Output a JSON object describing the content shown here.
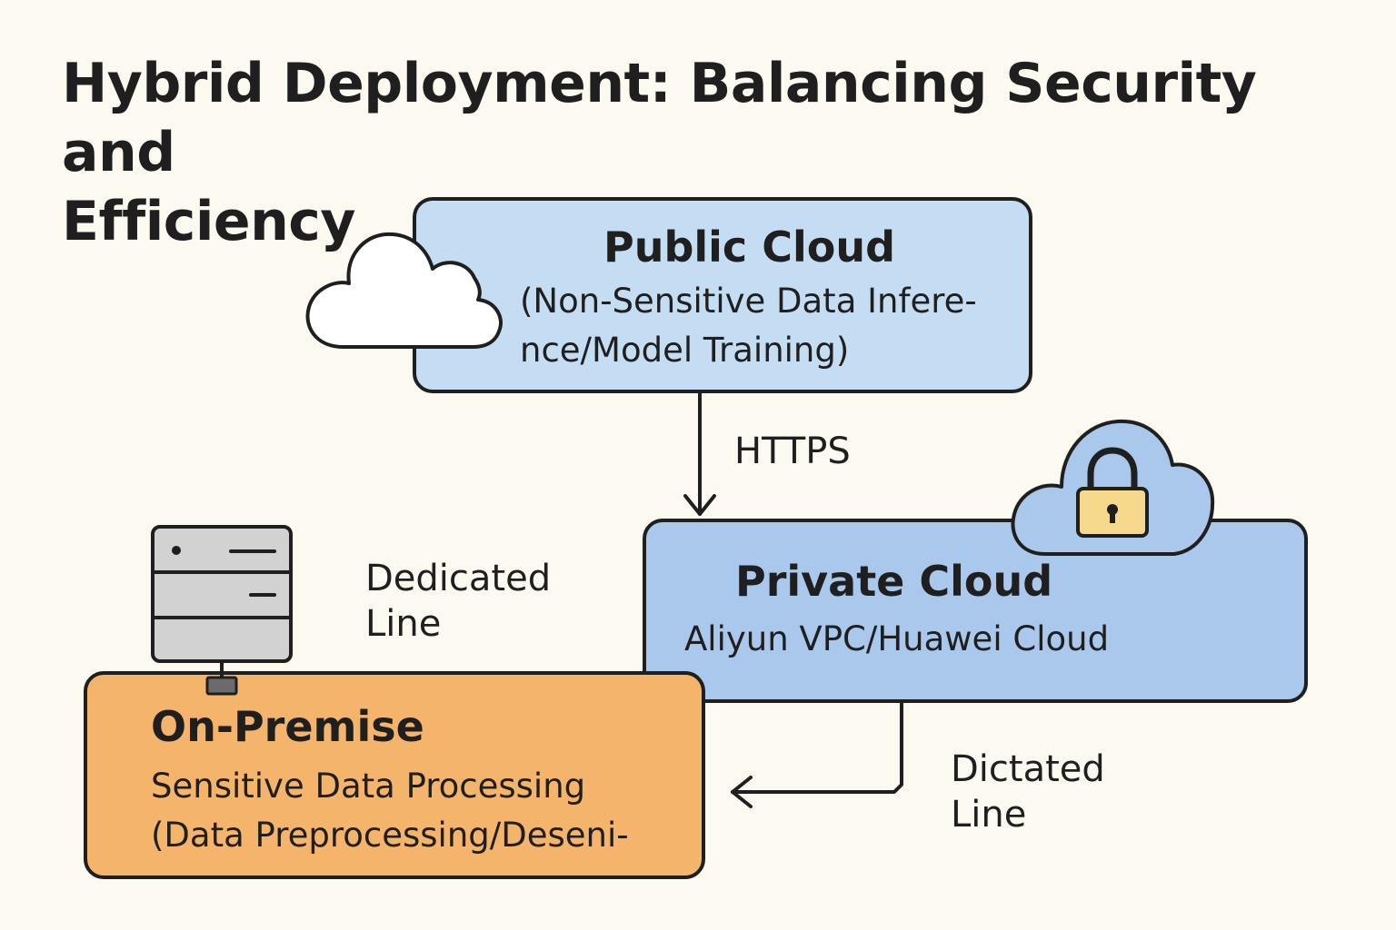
{
  "title": {
    "line1": "Hybrid Deployment: Balancing Security and",
    "line2": "Efficiency"
  },
  "public_cloud": {
    "title": "Public Cloud",
    "desc_line1": "(Non-Sensitive Data Infere-",
    "desc_line2": "nce/Model Training)"
  },
  "private_cloud": {
    "title": "Private Cloud",
    "desc": "Aliyun VPC/Huawei Cloud"
  },
  "on_premise": {
    "title": "On-Premise",
    "desc_line1": "Sensitive Data Processing",
    "desc_line2": "(Data Preprocessing/Deseni-"
  },
  "connections": {
    "https": "HTTPS",
    "dedicated_line1": "Dedicated",
    "dedicated_line2": "Line",
    "dictated_line1": "Dictated",
    "dictated_line2": "Line"
  },
  "colors": {
    "background": "#fcf9f1",
    "public_cloud_fill": "#c5ddf3",
    "private_cloud_fill": "#a9c8ec",
    "on_premise_fill": "#f5b46b",
    "lock_fill": "#f6d98a",
    "server_fill": "#d2d2d2",
    "outline": "#1f1f1f"
  },
  "icons": [
    "cloud-icon",
    "lock-cloud-icon",
    "padlock-icon",
    "server-icon"
  ]
}
